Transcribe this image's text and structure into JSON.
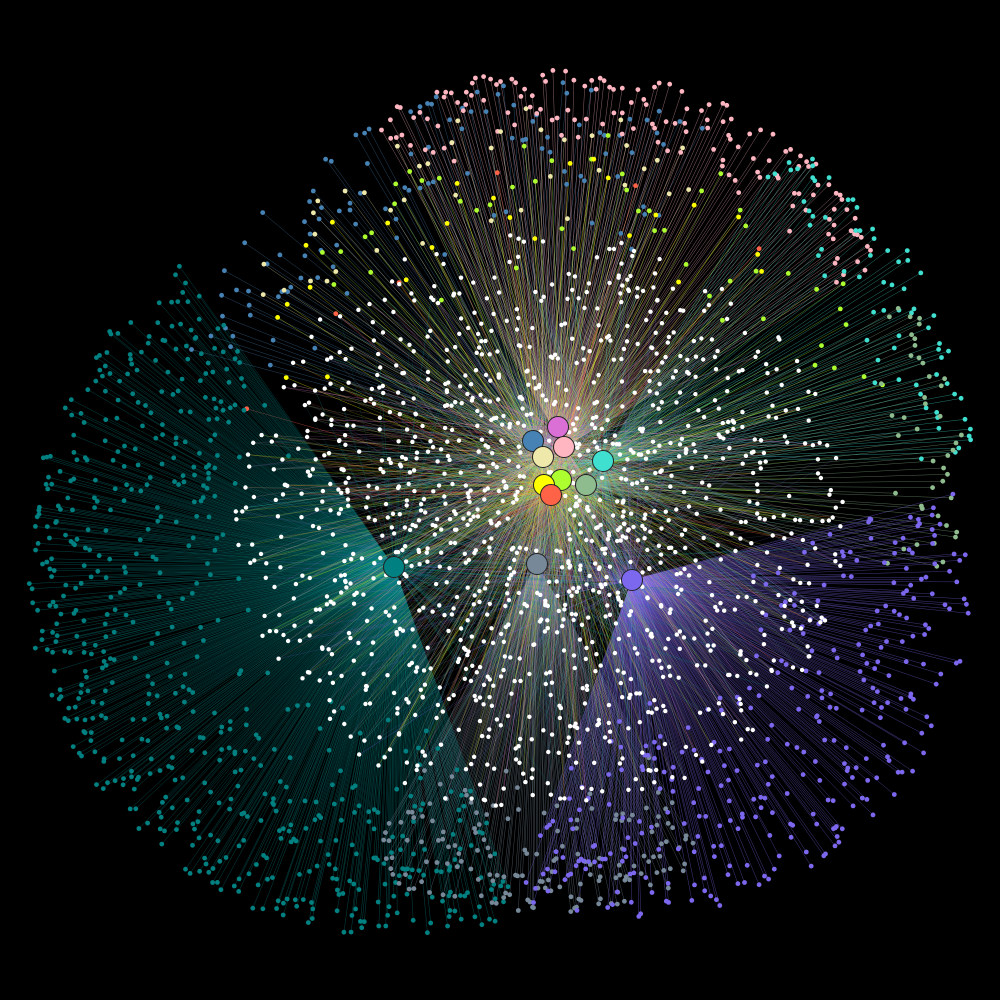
{
  "background": "#000000",
  "node_stroke": "#222222",
  "hubs": [
    {
      "id": "hub-orchid",
      "color": "#DA70D6"
    },
    {
      "id": "hub-steelblue",
      "color": "#4682B4"
    },
    {
      "id": "hub-pink",
      "color": "#FFB6C1"
    },
    {
      "id": "hub-palegoldenrod",
      "color": "#EEE8AA"
    },
    {
      "id": "hub-turquoise",
      "color": "#40E0D0"
    },
    {
      "id": "hub-greenyellow",
      "color": "#ADFF2F"
    },
    {
      "id": "hub-darkseagreen",
      "color": "#8FBC8F"
    },
    {
      "id": "hub-yellow",
      "color": "#FFFF00"
    },
    {
      "id": "hub-tomato",
      "color": "#FF6347"
    },
    {
      "id": "hub-teal",
      "color": "#008080"
    },
    {
      "id": "hub-slategray",
      "color": "#778899"
    },
    {
      "id": "hub-mediumslateblue",
      "color": "#7B68EE"
    }
  ],
  "shared_node_color": "#FFFFFF"
}
